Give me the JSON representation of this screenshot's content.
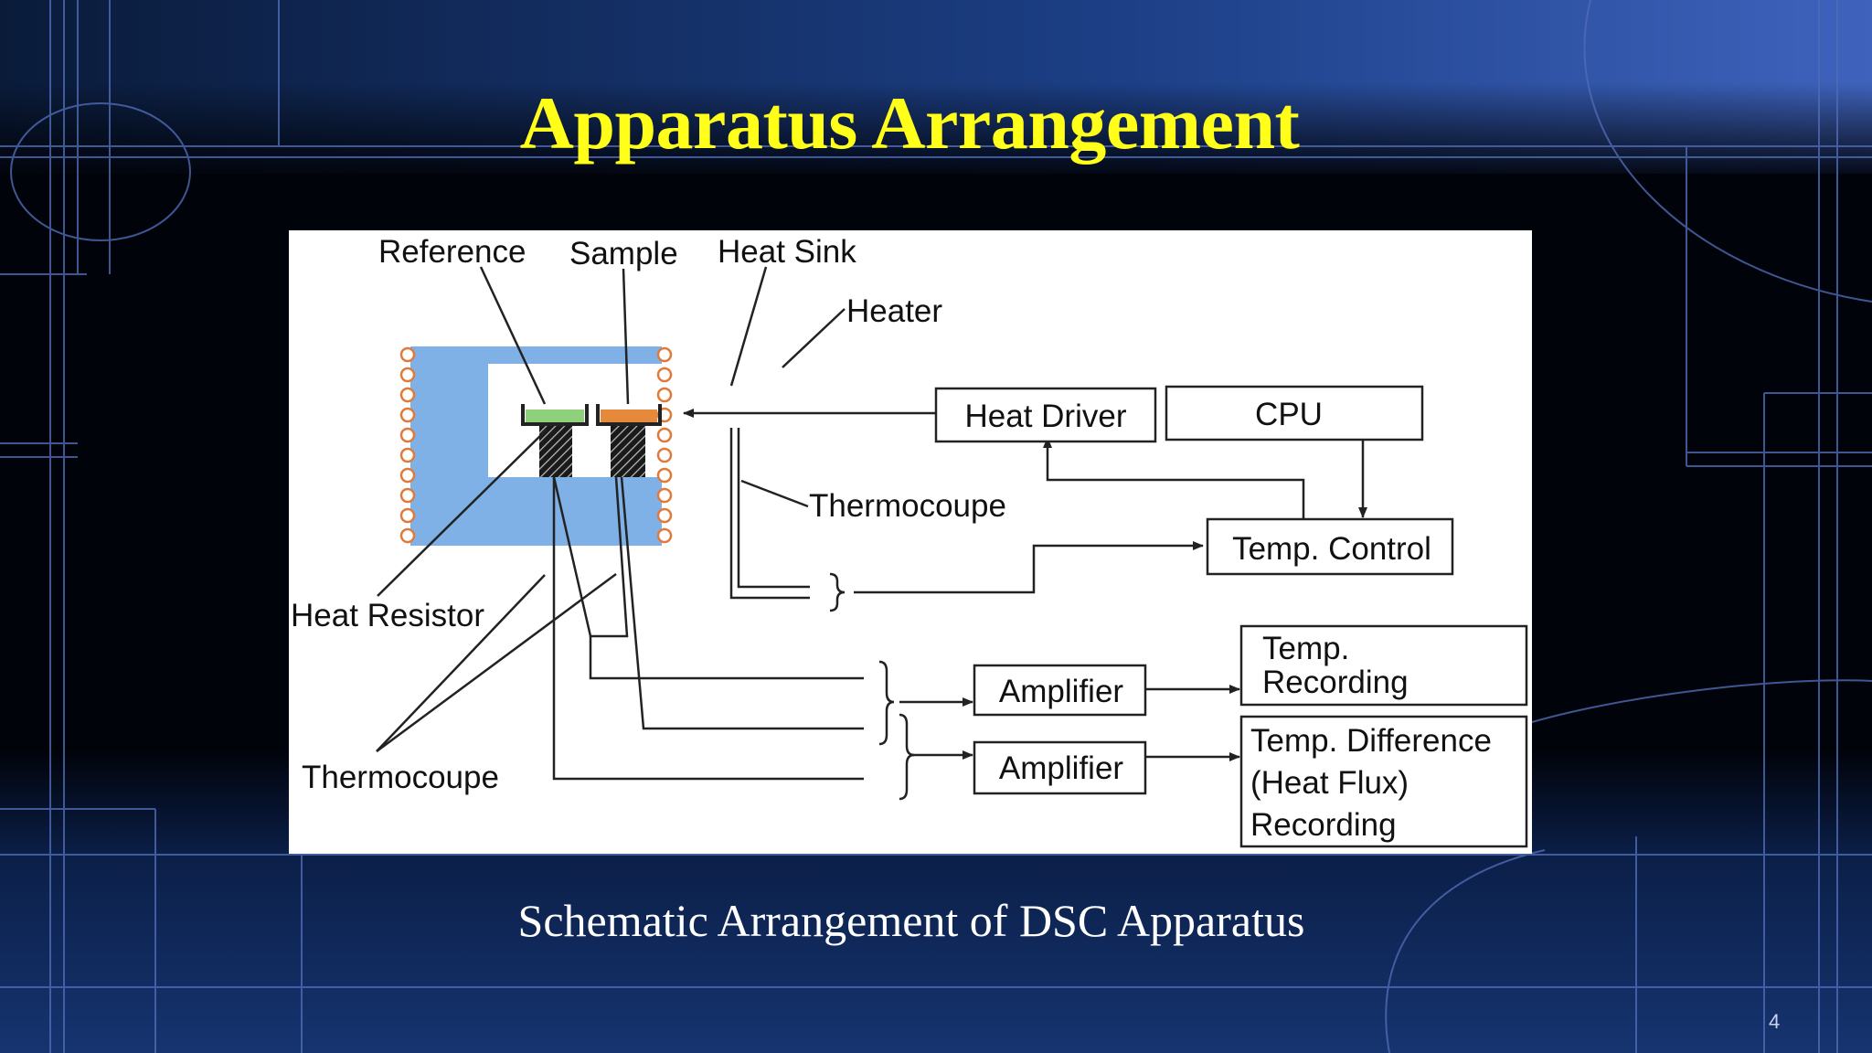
{
  "slide": {
    "title": "Apparatus Arrangement",
    "caption": "Schematic Arrangement of DSC Apparatus",
    "page_number": "4"
  },
  "diagram": {
    "labels": {
      "reference": "Reference",
      "sample": "Sample",
      "heat_sink": "Heat Sink",
      "heater": "Heater",
      "thermocouple_top": "Thermocoupe",
      "heat_resistor": "Heat Resistor",
      "thermocouple_bottom": "Thermocoupe"
    },
    "boxes": {
      "heat_driver": "Heat Driver",
      "cpu": "CPU",
      "temp_control": "Temp. Control",
      "amplifier_1": "Amplifier",
      "amplifier_2": "Amplifier",
      "temp_recording_line1": "Temp.",
      "temp_recording_line2": "Recording",
      "diff_recording_line1": "Temp. Difference",
      "diff_recording_line2": "(Heat Flux)",
      "diff_recording_line3": "Recording"
    }
  },
  "colors": {
    "title": "#ffff1a",
    "sink_blue": "#7fb0e6",
    "reference_pan": "#8fd07a",
    "sample_pan": "#e58a3a",
    "heater_coil": "#e07a3a"
  }
}
